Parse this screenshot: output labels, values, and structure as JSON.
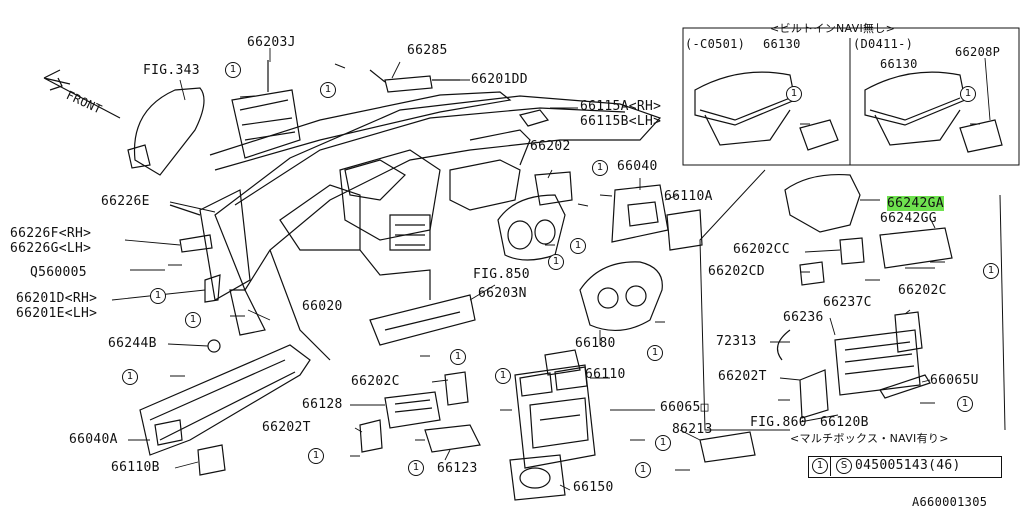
{
  "labels": {
    "fig343": "FIG.343",
    "front": "FRONT",
    "p66203J": "66203J",
    "p66285": "66285",
    "p66201DD": "66201DD",
    "p66115A": "66115A<RH>",
    "p66115B": "66115B<LH>",
    "p66202_top": "66202",
    "p66040_top": "66040",
    "p66110A": "66110A",
    "p66226E": "66226E",
    "p66226F": "66226F<RH>",
    "p66226G": "66226G<LH>",
    "q560005": "Q560005",
    "p66201D": "66201D<RH>",
    "p66201E": "66201E<LH>",
    "p66020": "66020",
    "fig850": "FIG.850",
    "p66203N": "66203N",
    "p66244B": "66244B",
    "p66180": "66180",
    "p66040A": "66040A",
    "p66110B": "66110B",
    "p66202C_mid": "66202C",
    "p66128": "66128",
    "p66202T_mid": "66202T",
    "p66123": "66123",
    "p66110": "66110",
    "p66065O": "66065□",
    "p66150": "66150",
    "p86213": "86213",
    "box_title": "<ビルトインNAVI無し>",
    "box_left_range": "(-C0501)",
    "box_left_part": "66130",
    "box_right_range": "(D0411-)",
    "box_right_part": "66130",
    "p66208P": "66208P",
    "p66242GA": "66242GA",
    "p66242GG": "66242GG",
    "p66202CC": "66202CC",
    "p66202CD": "66202CD",
    "p66237C": "66237C",
    "p66202C_right": "66202C",
    "p66236": "66236",
    "p72313": "72313",
    "p66202T_right": "66202T",
    "p66065U": "66065U",
    "fig860": "FIG.860",
    "p66120B": "66120B",
    "multi_box_caption": "<マルチボックス・NAVI有り>",
    "legend_num": "1",
    "legend_s": "S",
    "legend_part": "045005143(46)",
    "diagram_id": "A660001305"
  },
  "callout_marker": "1",
  "colors": {
    "highlight": "#6fe24f",
    "ink": "#111111"
  }
}
